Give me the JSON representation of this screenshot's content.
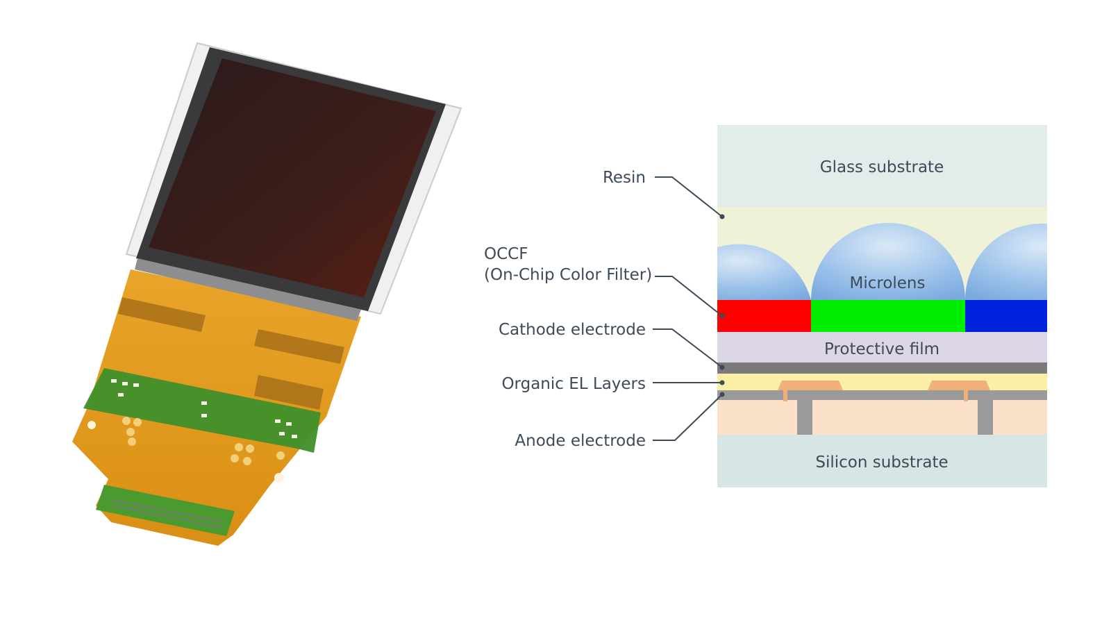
{
  "cross_section": {
    "layers": {
      "glass_substrate": "Glass substrate",
      "microlens": "Microlens",
      "protective_film": "Protective film",
      "silicon_substrate": "Silicon substrate"
    },
    "callouts": {
      "resin": "Resin",
      "occf_line1": "OCCF",
      "occf_line2": "(On-Chip Color Filter)",
      "cathode": "Cathode electrode",
      "organic_el": "Organic EL Layers",
      "anode": "Anode electrode"
    }
  },
  "colors": {
    "label_text": "#3d4a57",
    "leader_line": "#3d4a57",
    "glass": "#e2ecea",
    "resin": "#f0f2d8",
    "microlens": "#8ab8e6",
    "filter_red": "#ff0000",
    "filter_green": "#00ee00",
    "filter_blue": "#0022dd",
    "protective_film": "#ddd6e8",
    "cathode": "#7a7a7a",
    "organic_el": "#fbeea6",
    "anode_pad": "#f0b07a",
    "silicon_top": "#fbe1c8",
    "silicon_substrate": "#d6e6e4",
    "flex_cable": "#e8a020",
    "pcb_green": "#3f8f2a",
    "panel_dark": "#3a1c1a"
  }
}
